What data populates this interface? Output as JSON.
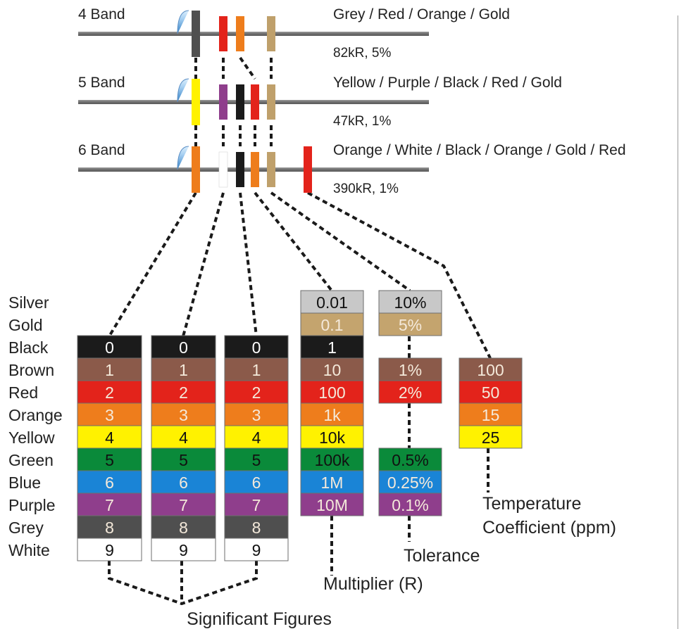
{
  "resistors": [
    {
      "band_count_label": "4 Band",
      "band_names": "Grey / Red / Orange / Gold",
      "value": "82kR, 5%",
      "bands": [
        "#4f4f4f",
        "#e3231b",
        "#ee7d1c",
        "#bfa06b"
      ]
    },
    {
      "band_count_label": "5 Band",
      "band_names": "Yellow / Purple / Black / Red / Gold",
      "value": "47kR, 1%",
      "bands": [
        "#fff200",
        "#8f3e8c",
        "#1b1b1b",
        "#e3231b",
        "#bfa06b"
      ]
    },
    {
      "band_count_label": "6 Band",
      "band_names": "Orange / White / Black / Orange / Gold / Red",
      "value": "390kR, 1%",
      "bands": [
        "#ee7d1c",
        "#ffffff",
        "#1b1b1b",
        "#ee7d1c",
        "#bfa06b",
        "#e3231b"
      ]
    }
  ],
  "colors": [
    {
      "name": "Silver",
      "hex": "#c8c8c8"
    },
    {
      "name": "Gold",
      "hex": "#c4a46e"
    },
    {
      "name": "Black",
      "hex": "#1b1b1b"
    },
    {
      "name": "Brown",
      "hex": "#8b5a4a"
    },
    {
      "name": "Red",
      "hex": "#e3231b"
    },
    {
      "name": "Orange",
      "hex": "#ee7d1c"
    },
    {
      "name": "Yellow",
      "hex": "#fff200"
    },
    {
      "name": "Green",
      "hex": "#0a8a3a"
    },
    {
      "name": "Blue",
      "hex": "#1a84d6"
    },
    {
      "name": "Purple",
      "hex": "#8f3e8c"
    },
    {
      "name": "Grey",
      "hex": "#4f4f4f"
    },
    {
      "name": "White",
      "hex": "#ffffff"
    }
  ],
  "columns": {
    "digit_1": [
      "",
      "",
      "0",
      "1",
      "2",
      "3",
      "4",
      "5",
      "6",
      "7",
      "8",
      "9"
    ],
    "digit_2": [
      "",
      "",
      "0",
      "1",
      "2",
      "3",
      "4",
      "5",
      "6",
      "7",
      "8",
      "9"
    ],
    "digit_3": [
      "",
      "",
      "0",
      "1",
      "2",
      "3",
      "4",
      "5",
      "6",
      "7",
      "8",
      "9"
    ],
    "multiplier": [
      "0.01",
      "0.1",
      "1",
      "10",
      "100",
      "1k",
      "10k",
      "100k",
      "1M",
      "10M",
      "",
      ""
    ],
    "tolerance": [
      "10%",
      "5%",
      "",
      "1%",
      "2%",
      "",
      "",
      "0.5%",
      "0.25%",
      "0.1%",
      "",
      ""
    ],
    "temp_coefficient": [
      "",
      "",
      "",
      "100",
      "50",
      "15",
      "25",
      "",
      "",
      "",
      "",
      ""
    ]
  },
  "labels": {
    "significant_figures": "Significant Figures",
    "multiplier": "Multiplier (R)",
    "tolerance": "Tolerance",
    "temperature_line1": "Temperature",
    "temperature_line2": "Coefficient (ppm)"
  }
}
